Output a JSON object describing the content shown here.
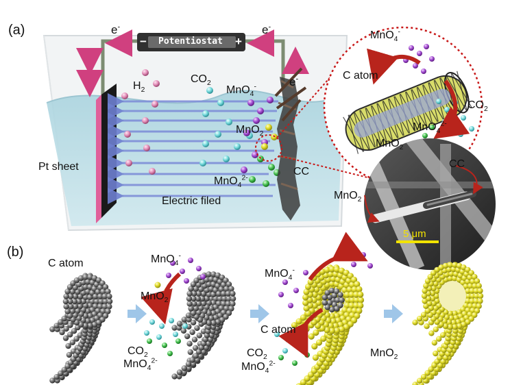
{
  "panel_a": {
    "label": "(a)",
    "electron_left": "e",
    "electron_right": "e",
    "electron_near_cc": "e",
    "electron_sup": "-",
    "potentiostat": "Potentiostat",
    "minus": "−",
    "plus": "+",
    "h2": "H",
    "h2_sub": "2",
    "co2": "CO",
    "co2_sub": "2",
    "mno4_top": "MnO",
    "mno4_top_sub": "4",
    "mno4_top_sup": "-",
    "mno2_mid": "MnO",
    "mno2_mid_sub": "2",
    "pt_sheet": "Pt sheet",
    "cc": "CC",
    "mno4_2minus": "MnO",
    "mno4_2minus_sub": "4",
    "mno4_2minus_sup": "2-",
    "electric_field": "Electric filed"
  },
  "zoom_circle": {
    "mno4": "MnO",
    "mno4_sub": "4",
    "mno4_sup": "-",
    "c_atom": "C atom",
    "co2": "CO",
    "co2_sub": "2",
    "mno4_2minus": "MnO",
    "mno4_2minus_sub": "4",
    "mno4_2minus_sup": "2-",
    "mno2": "MnO",
    "mno2_sub": "2"
  },
  "sem_inset": {
    "cc": "CC",
    "mno2": "MnO",
    "mno2_sub": "2",
    "scale": "5 μm"
  },
  "panel_b": {
    "label": "(b)",
    "c_atom_1": "C atom",
    "mno4_1": "MnO",
    "mno4_1_sub": "4",
    "mno4_1_sup": "-",
    "mno2_1": "MnO",
    "mno2_1_sub": "2",
    "co2_1": "CO",
    "co2_1_sub": "2",
    "mno4_2m_1": "MnO",
    "mno4_2m_1_sub": "4",
    "mno4_2m_1_sup": "2-",
    "mno4_2": "MnO",
    "mno4_2_sub": "4",
    "mno4_2_sup": "-",
    "c_atom_2": "C atom",
    "co2_2": "CO",
    "co2_2_sub": "2",
    "mno4_2m_2": "MnO",
    "mno4_2m_2_sub": "4",
    "mno4_2m_2_sup": "2-",
    "mno2_final": "MnO",
    "mno2_final_sub": "2"
  },
  "colors": {
    "electrolyte": "#bcdde6",
    "pt_sheet": "#e0609a",
    "arrow_pink": "#d0407f",
    "field_arrow": "#7f8fd8",
    "zoom_ring": "#c81818",
    "carbon": "#555555",
    "mno2_yellow": "#e6e030",
    "mno4_purple": "#9a3fc0",
    "co2_cyan": "#6fd6d8",
    "mno4_2_green": "#3fb94a",
    "step_arrow": "#9fc6e8"
  }
}
